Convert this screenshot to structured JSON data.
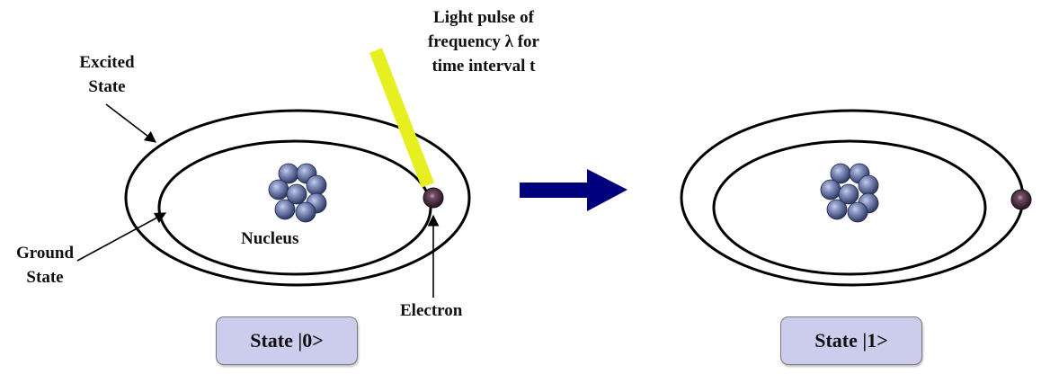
{
  "labels": {
    "light_pulse": [
      "Light pulse of",
      "frequency λ for",
      "time interval t"
    ],
    "excited_state": [
      "Excited",
      "State"
    ],
    "ground_state": [
      "Ground",
      "State"
    ],
    "nucleus": "Nucleus",
    "electron": "Electron"
  },
  "states": {
    "left": "State |0>",
    "right": "State |1>"
  },
  "colors": {
    "state_box_fill": "#ccccec",
    "arrow": "#00007f",
    "light_beam": "#e6f020",
    "nucleon": "#7b88b8",
    "electron": "#5a3848"
  }
}
